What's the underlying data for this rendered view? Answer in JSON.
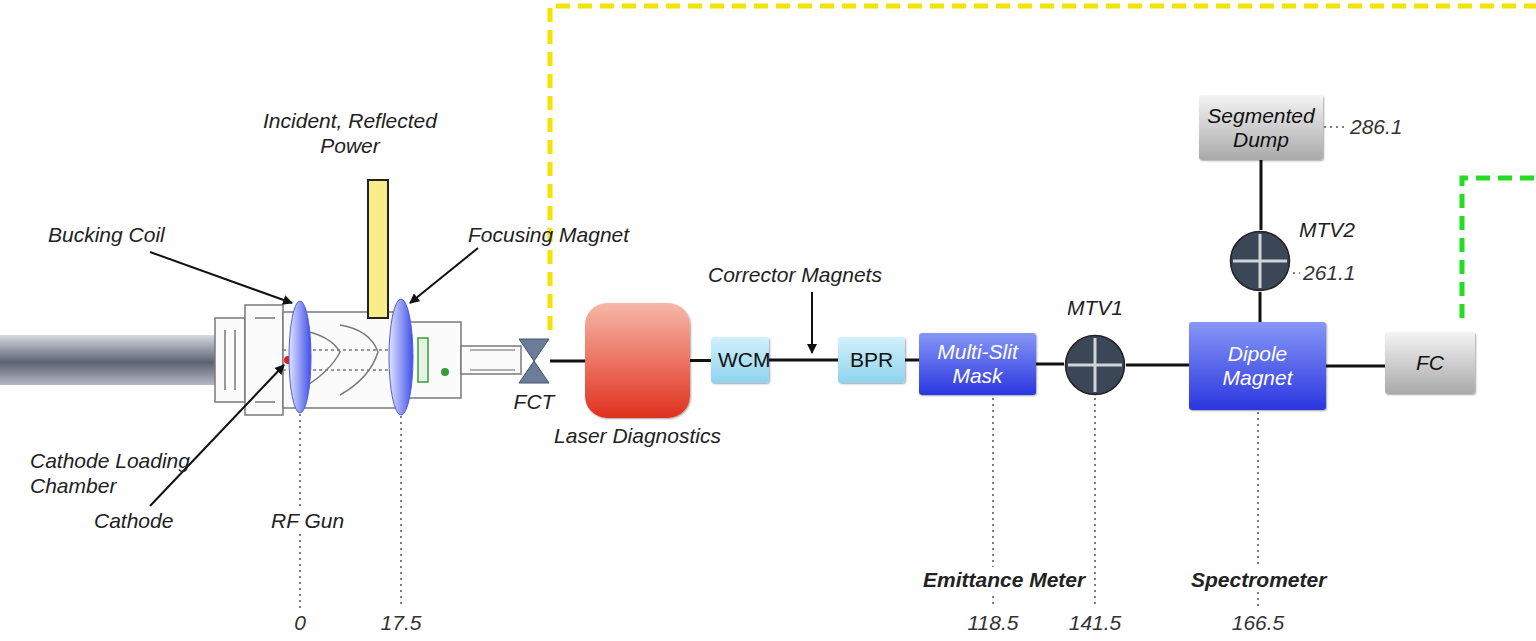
{
  "diagram": {
    "nodes": [
      {
        "text": [
          "FCT"
        ]
      },
      {
        "text": [
          "Laser Diagnostics"
        ]
      },
      {
        "text": [
          "WCM"
        ]
      },
      {
        "text": [
          "BPR"
        ]
      },
      {
        "text": [
          "Multi-Slit Mask"
        ]
      },
      {
        "text": [
          "MTV1"
        ]
      },
      {
        "text": [
          "Segmented Dump"
        ]
      },
      {
        "text": [
          "MTV2"
        ]
      },
      {
        "text": [
          "Dipole Magnet"
        ]
      },
      {
        "text": [
          "FC"
        ]
      }
    ],
    "edges": [
      {
        "from": 0,
        "to": 1,
        "arrow": "none"
      },
      {
        "from": 1,
        "to": 2,
        "arrow": "none"
      },
      {
        "from": 2,
        "to": 3,
        "arrow": "none"
      },
      {
        "from": 3,
        "to": 4,
        "arrow": "none"
      },
      {
        "from": 4,
        "to": 5,
        "arrow": "none"
      },
      {
        "from": 5,
        "to": 8,
        "arrow": "none"
      },
      {
        "from": 8,
        "to": 9,
        "arrow": "none"
      },
      {
        "from": 8,
        "to": 7,
        "arrow": "none"
      },
      {
        "from": 7,
        "to": 6,
        "arrow": "none"
      }
    ],
    "labels": [
      "Incident, Reflected Power",
      "Bucking Coil",
      "Focusing Magnet",
      "Corrector Magnets",
      "Cathode Loading Chamber",
      "Cathode",
      "RF Gun",
      "Emittance Meter",
      "Spectrometer",
      "0",
      "17.5",
      "118.5",
      "141.5",
      "166.5",
      "286.1",
      "261.1"
    ]
  }
}
